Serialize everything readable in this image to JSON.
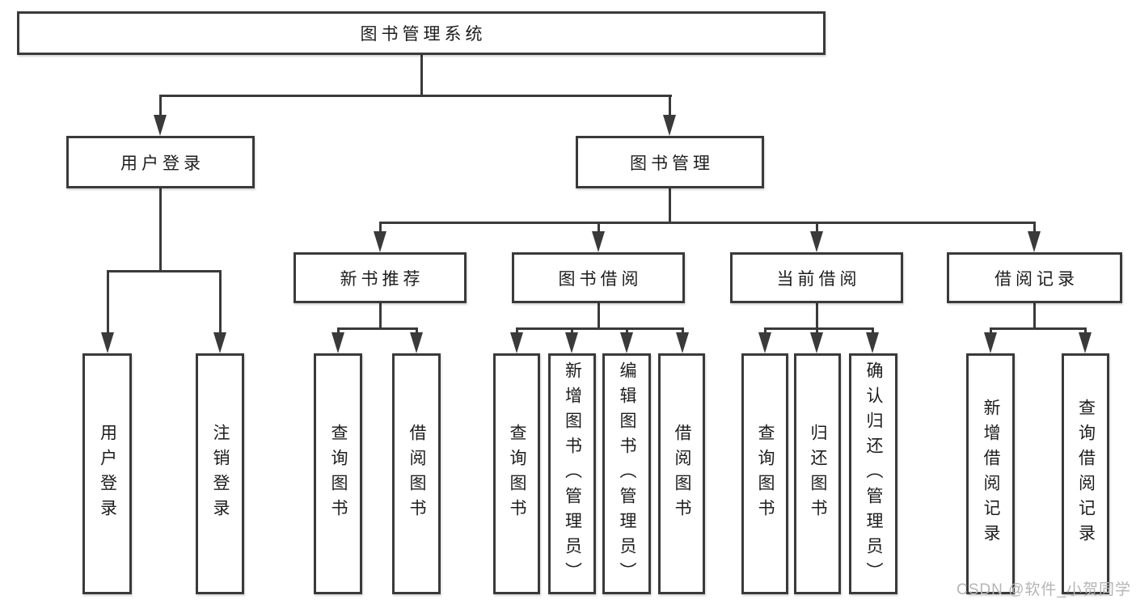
{
  "diagram_title": "图书管理系统",
  "colors": {
    "line": "#3a3a3a",
    "box_border": "#3a3a3a",
    "text": "#1d1d1d",
    "background": "#ffffff",
    "watermark": "#b5b5b5"
  },
  "tree": {
    "label": "图书管理系统",
    "children": [
      {
        "label": "用户登录",
        "children": [
          {
            "label": "用户登录"
          },
          {
            "label": "注销登录"
          }
        ]
      },
      {
        "label": "图书管理",
        "children": [
          {
            "label": "新书推荐",
            "children": [
              {
                "label": "查询图书"
              },
              {
                "label": "借阅图书"
              }
            ]
          },
          {
            "label": "图书借阅",
            "children": [
              {
                "label": "查询图书"
              },
              {
                "label": "新增图书（管理员）"
              },
              {
                "label": "编辑图书（管理员）"
              },
              {
                "label": "借阅图书"
              }
            ]
          },
          {
            "label": "当前借阅",
            "children": [
              {
                "label": "查询图书"
              },
              {
                "label": "归还图书"
              },
              {
                "label": "确认归还（管理员）"
              }
            ]
          },
          {
            "label": "借阅记录",
            "children": [
              {
                "label": "新增借阅记录"
              },
              {
                "label": "查询借阅记录"
              }
            ]
          }
        ]
      }
    ]
  },
  "watermark": {
    "text": "CSDN @软件_小贺同学"
  }
}
